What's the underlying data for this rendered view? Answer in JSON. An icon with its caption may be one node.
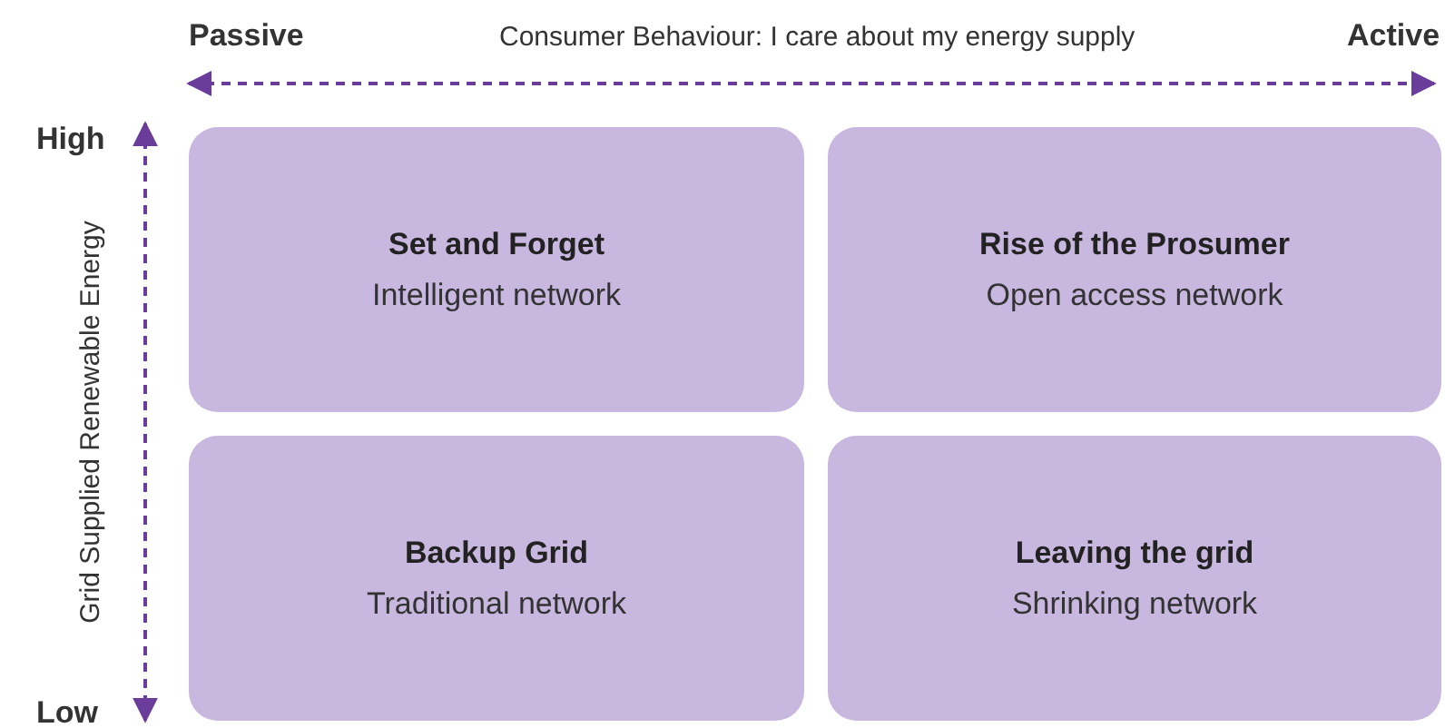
{
  "diagram": {
    "nodes": [
      {
        "text": [
          "Set and Forget",
          "Intelligent network"
        ]
      },
      {
        "text": [
          "Rise of the Prosumer",
          "Open access network"
        ]
      },
      {
        "text": [
          "Backup Grid",
          "Traditional network"
        ]
      },
      {
        "text": [
          "Leaving the grid",
          "Shrinking network"
        ]
      }
    ],
    "labels": [
      "Passive",
      "Consumer Behaviour: I care about my energy supply",
      "Active",
      "High",
      "Grid Supplied Renewable Energy",
      "Low"
    ]
  }
}
